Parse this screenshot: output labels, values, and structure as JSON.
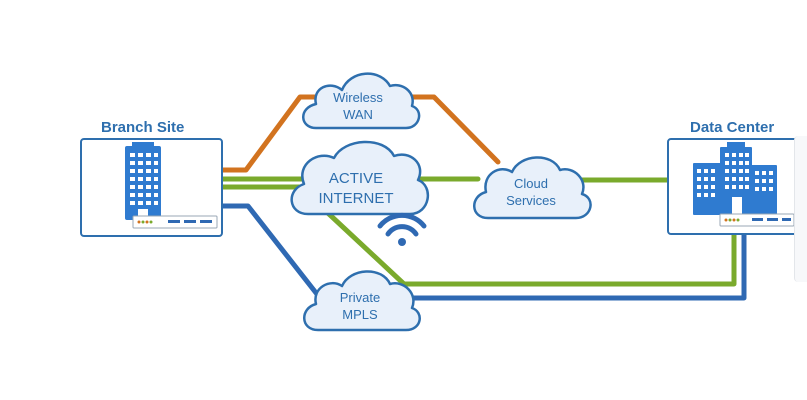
{
  "sites": {
    "branch": {
      "label": "Branch Site"
    },
    "datacenter": {
      "label": "Data Center"
    }
  },
  "clouds": {
    "wireless_wan": {
      "line1": "Wireless",
      "line2": "WAN"
    },
    "active_internet": {
      "line1": "ACTIVE",
      "line2": "INTERNET"
    },
    "cloud_services": {
      "line1": "Cloud",
      "line2": "Services"
    },
    "private_mpls": {
      "line1": "Private",
      "line2": "MPLS"
    }
  },
  "links": [
    {
      "name": "wireless-wan-link",
      "color": "#d2731f"
    },
    {
      "name": "internet-link",
      "color": "#7aaa2c"
    },
    {
      "name": "mpls-link",
      "color": "#2f69b3"
    }
  ],
  "icons": [
    "building-icon",
    "office-buildings-icon",
    "wifi-icon",
    "router-icon"
  ],
  "colors": {
    "brand_blue": "#2e6fae",
    "cloud_fill": "#e8f0fa",
    "box_border": "#2e6fae",
    "building_fill": "#2f7bd0"
  }
}
